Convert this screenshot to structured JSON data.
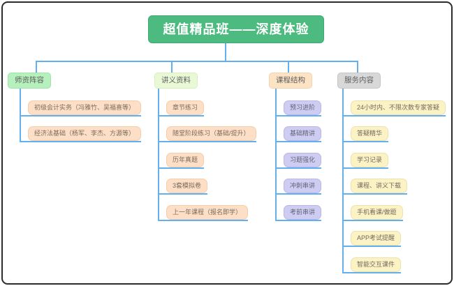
{
  "title": "超值精品班——深度体验",
  "colors": {
    "root_bg": "#4dba80",
    "root_text": "#ffffff",
    "connector": "#62b0f0",
    "branch1_bg": "#b6f0bc",
    "branch2_bg": "#e9f9d5",
    "branch3_bg": "#fce3c4",
    "branch4_bg": "#d8d8d8",
    "child_peach_bg": "#fcdfc6",
    "child_lavender_bg": "#cfccf2",
    "child_yellow_bg": "#fbf3c6",
    "frame_border": "#2b2b2b"
  },
  "branches": [
    {
      "label": "师资阵容",
      "children": [
        "初级会计实务（冯雅竹、吴福喜等）",
        "经济法基础（杨军、李杰、方源等）"
      ]
    },
    {
      "label": "讲义资料",
      "children": [
        "章节练习",
        "随堂阶段练习（基础/提升）",
        "历年真题",
        "3套模拟卷",
        "上一年课程（报名即学）"
      ]
    },
    {
      "label": "课程结构",
      "children": [
        "预习进阶",
        "基础精讲",
        "习题强化",
        "冲刺串讲",
        "考前串讲"
      ]
    },
    {
      "label": "服务内容",
      "children": [
        "24小时内、不限次数专家答疑",
        "答疑精华",
        "学习记录",
        "课程、讲义下载",
        "手机看课/做题",
        "APP考试提醒",
        "智能交互课件"
      ]
    }
  ]
}
